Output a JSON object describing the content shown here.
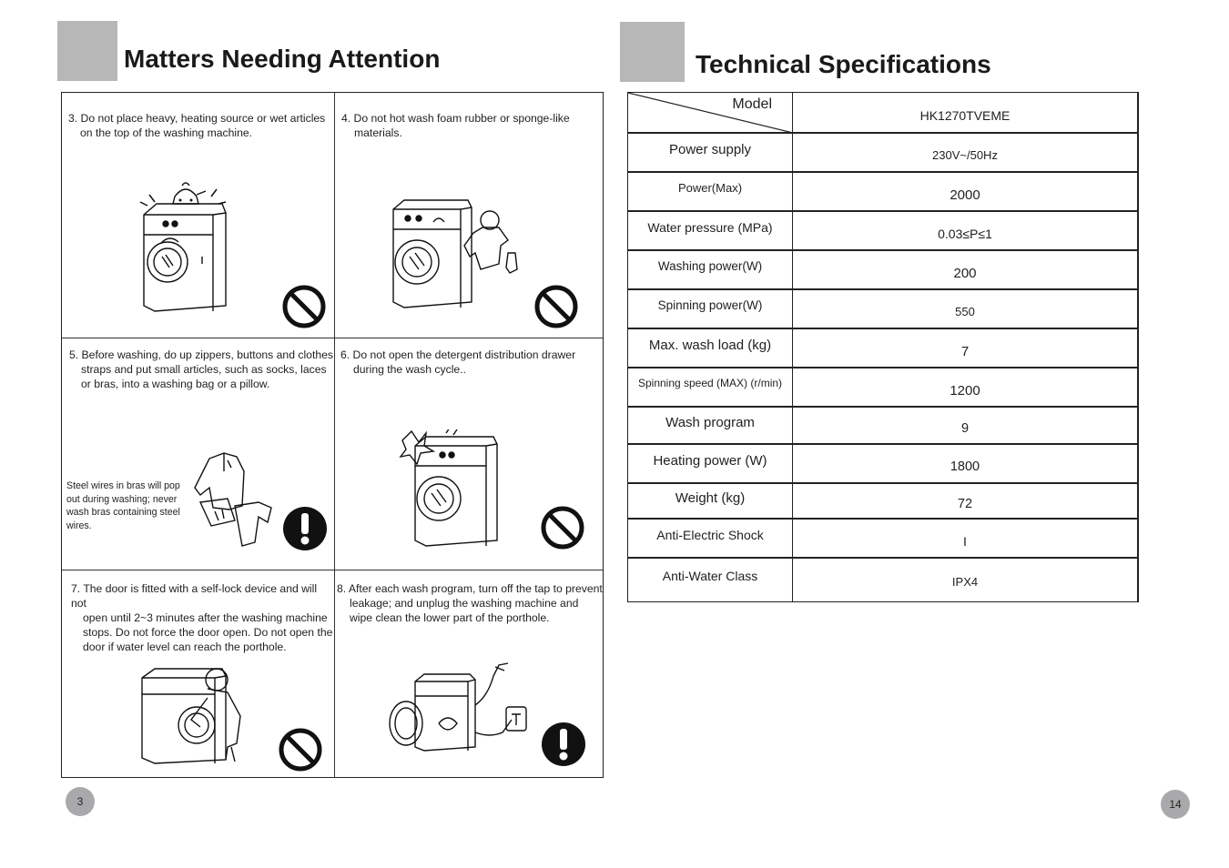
{
  "left_page": {
    "heading": "Matters Needing Attention",
    "cells": [
      {
        "text_lines": [
          "3. Do not place heavy, heating source or wet articles",
          "on the top of the washing machine."
        ],
        "symbol": "prohibited"
      },
      {
        "text_lines": [
          "4. Do not hot wash foam rubber or sponge-like",
          "materials."
        ],
        "symbol": "prohibited"
      },
      {
        "text_lines": [
          "5. Before washing, do up zippers, buttons and clothes",
          "straps and put small articles, such as socks, laces",
          "or bras, into a washing bag or a pillow."
        ],
        "note_lines": [
          "Steel wires in bras will pop",
          "out during washing; never",
          "wash bras containing steel",
          "wires."
        ],
        "symbol": "warning"
      },
      {
        "text_lines": [
          "6. Do not open the detergent distribution drawer",
          "during the wash cycle.."
        ],
        "symbol": "prohibited"
      },
      {
        "text_lines": [
          "7. The door is fitted with a self-lock  device and will not",
          "open until 2~3  minutes after the washing machine",
          "stops. Do not force the door open. Do  not open the",
          "door if water level can  reach the porthole."
        ],
        "symbol": "prohibited"
      },
      {
        "text_lines": [
          "8. After each wash program, turn off the tap to prevent",
          "leakage; and unplug the washing machine and",
          "wipe clean the lower part of  the porthole."
        ],
        "symbol": "warning"
      }
    ],
    "page_number": "3"
  },
  "right_page": {
    "heading": "Technical Specifications",
    "rows": [
      {
        "label": "Model",
        "value": "HK1270TVEME"
      },
      {
        "label": "Power supply",
        "value": "230V~/50Hz"
      },
      {
        "label": "Power(Max)",
        "value": "2000"
      },
      {
        "label": "Water pressure (MPa)",
        "value": "0.03≤P≤1"
      },
      {
        "label": "Washing power(W)",
        "value": "200"
      },
      {
        "label": "Spinning power(W)",
        "value": "550"
      },
      {
        "label": "Max. wash load (kg)",
        "value": "7"
      },
      {
        "label": "Spinning speed (MAX) (r/min)",
        "value": "1200"
      },
      {
        "label": "Wash program",
        "value": "9"
      },
      {
        "label": "Heating power (W)",
        "value": "1800"
      },
      {
        "label": "Weight (kg)",
        "value": "72"
      },
      {
        "label": "Anti-Electric Shock",
        "value": "I"
      },
      {
        "label": "Anti-Water Class",
        "value": "IPX4"
      }
    ],
    "page_number": "14"
  },
  "colors": {
    "grey_square": "#b7b7b8",
    "ink": "#1a1a1a",
    "page_badge": "#a9a9ab"
  }
}
